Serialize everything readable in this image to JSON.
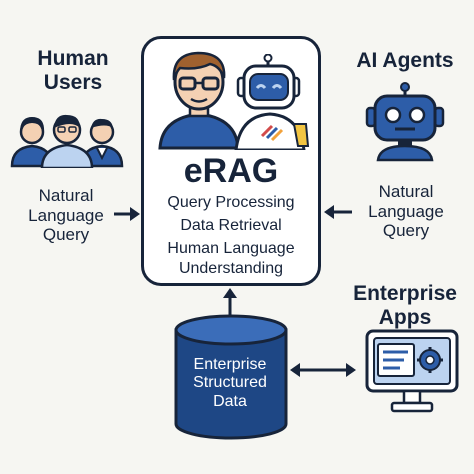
{
  "left": {
    "heading_line1": "Human",
    "heading_line2": "Users",
    "query_line1": "Natural",
    "query_line2": "Language",
    "query_line3": "Query"
  },
  "right": {
    "heading": "AI Agents",
    "query_line1": "Natural",
    "query_line2": "Language",
    "query_line3": "Query"
  },
  "center": {
    "title": "eRAG",
    "line1": "Query Processing",
    "line2": "Data Retrieval",
    "line3": "Human Language",
    "line4": "Understanding"
  },
  "database": {
    "line1": "Enterprise",
    "line2": "Structured",
    "line3": "Data"
  },
  "apps": {
    "heading_line1": "Enterprise",
    "heading_line2": "Apps"
  },
  "colors": {
    "navy": "#17243a",
    "blue": "#2d5da8",
    "light_blue": "#bcd3f0",
    "background": "#f6f6f2"
  }
}
